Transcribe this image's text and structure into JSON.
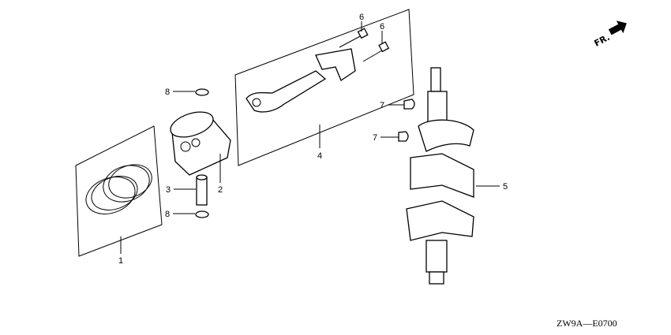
{
  "diagram": {
    "direction_label": "FR.",
    "diagram_code": "ZW9A—E0700",
    "callouts": [
      {
        "number": "1",
        "part": "piston-rings"
      },
      {
        "number": "2",
        "part": "piston"
      },
      {
        "number": "3",
        "part": "piston-pin"
      },
      {
        "number": "4",
        "part": "connecting-rod"
      },
      {
        "number": "5",
        "part": "crankshaft"
      },
      {
        "number": "6",
        "part": "bolt"
      },
      {
        "number": "6",
        "part": "bolt"
      },
      {
        "number": "7",
        "part": "key"
      },
      {
        "number": "7",
        "part": "key"
      },
      {
        "number": "8",
        "part": "clip"
      },
      {
        "number": "8",
        "part": "clip"
      }
    ]
  }
}
